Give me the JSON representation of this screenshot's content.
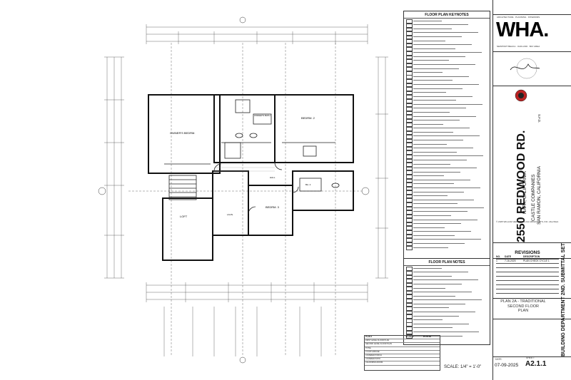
{
  "firm": {
    "logo": "WHA.",
    "tagline": "ARCHITECTURE . PLANNING . INTERIORS",
    "address": "NEWPORT BEACH . OAKLAND . BAY AREA"
  },
  "project": {
    "address": "2550 REDWOOD RD.",
    "city": "NAPA, CALIFORNIA",
    "client": "CASTLE COMPANIES",
    "client_city": "SAN RAMON, CALIFORNIA",
    "type": "S.F.D.",
    "copyright": "© 2025 WILLIAM HEZMALHALCH ARCHITECTS, INC. dba WHA"
  },
  "revisions": {
    "title": "REVISIONS",
    "columns": [
      "NO.",
      "DATE",
      "DESCRIPTION"
    ],
    "rows": [
      {
        "no": "1",
        "date": "7-16-2025",
        "desc": "PLAN CHECK CYCLE 1"
      }
    ]
  },
  "sheet": {
    "title": "PLAN 2A - TRADITIONAL SECOND FLOOR PLAN",
    "title_line1": "PLAN 2A - TRADITIONAL",
    "title_line2": "SECOND FLOOR",
    "title_line3": "PLAN",
    "submittal": "BUILDING DEPARTMENT 2ND. SUBMITTAL SET",
    "date_label": "DATE:",
    "date": "07-09-2025",
    "sheet_label": "SHEET:",
    "number": "A2.1.1",
    "scale": "SCALE: 1/4\" = 1'-0\""
  },
  "panels": {
    "keynotes_title": "FLOOR PLAN KEYNOTES",
    "notes_title": "FLOOR PLAN NOTES"
  },
  "rooms": {
    "owners_bedrm": "OWNER'S BEDRM.",
    "owners_bath": "OWNER'S BATH",
    "bedrm2": "BEDRM. 2",
    "bedrm3": "BEDRM. 3",
    "loft": "LOFT",
    "hall": "HALL",
    "bath2": "BA. 2",
    "laun": "LAUN."
  },
  "schedule": {
    "headers": [
      "PLAN 2",
      "PLAN 2A",
      "PLAN 2B"
    ],
    "rows": [
      [
        "FIRST LEVEL FLOOR PLAN",
        "",
        ""
      ],
      [
        "SECOND LEVEL FLOOR PLAN",
        "",
        ""
      ],
      [
        "TOTAL",
        "",
        ""
      ],
      [
        "2-CAR GARAGE",
        "",
        ""
      ],
      [
        "COVERED PORCH",
        "",
        ""
      ],
      [
        "COVERED PATIO",
        "",
        ""
      ],
      [
        "CALIFORNIA ROOM",
        "",
        ""
      ]
    ]
  }
}
